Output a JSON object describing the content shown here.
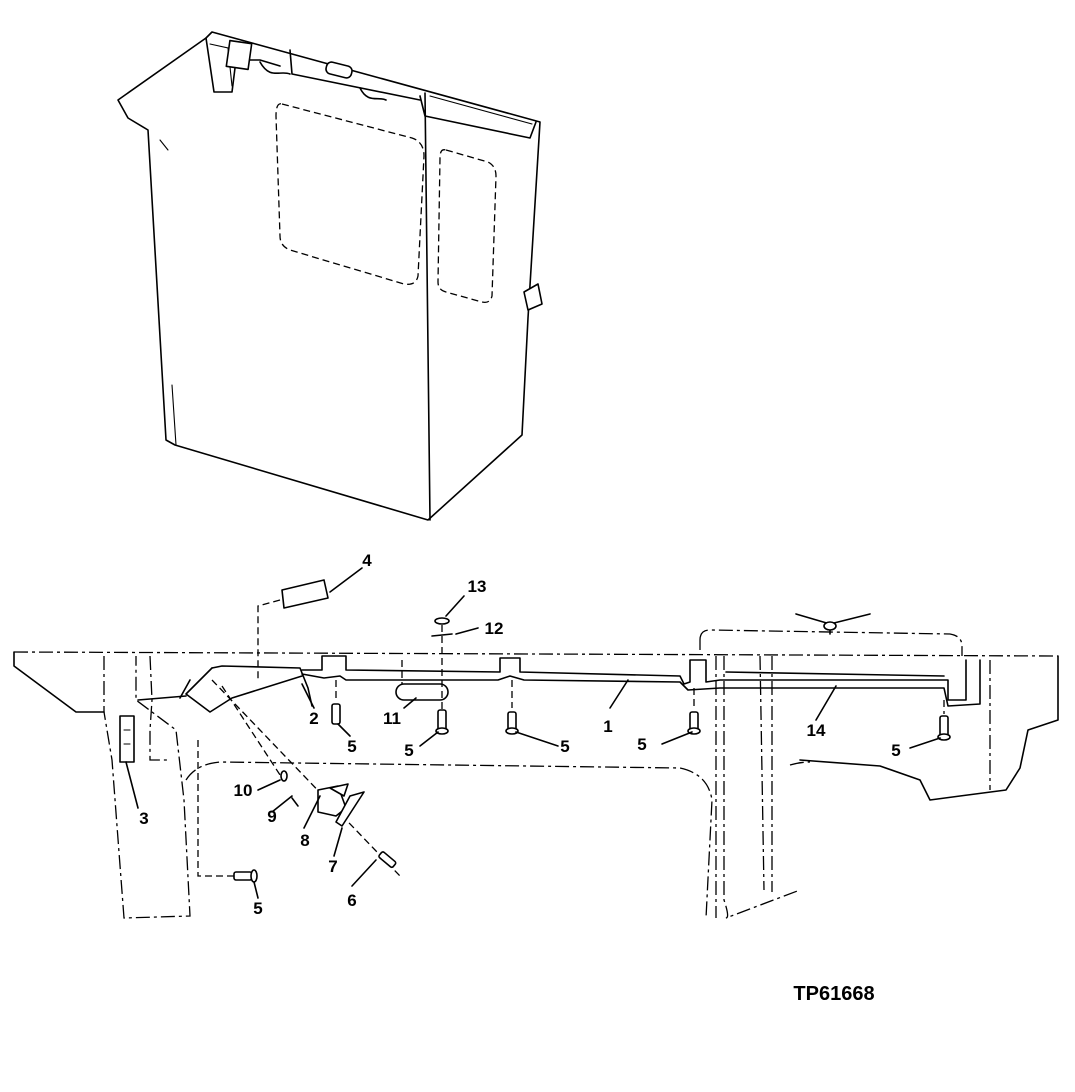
{
  "figure_id": "TP61668",
  "callouts": [
    {
      "id": "c1",
      "label": "1"
    },
    {
      "id": "c2",
      "label": "2"
    },
    {
      "id": "c3",
      "label": "3"
    },
    {
      "id": "c4",
      "label": "4"
    },
    {
      "id": "c5a",
      "label": "5"
    },
    {
      "id": "c5b",
      "label": "5"
    },
    {
      "id": "c5c",
      "label": "5"
    },
    {
      "id": "c5d",
      "label": "5"
    },
    {
      "id": "c5e",
      "label": "5"
    },
    {
      "id": "c5f",
      "label": "5"
    },
    {
      "id": "c6",
      "label": "6"
    },
    {
      "id": "c7",
      "label": "7"
    },
    {
      "id": "c8",
      "label": "8"
    },
    {
      "id": "c9",
      "label": "9"
    },
    {
      "id": "c10",
      "label": "10"
    },
    {
      "id": "c11",
      "label": "11"
    },
    {
      "id": "c12",
      "label": "12"
    },
    {
      "id": "c13",
      "label": "13"
    },
    {
      "id": "c14",
      "label": "14"
    }
  ]
}
